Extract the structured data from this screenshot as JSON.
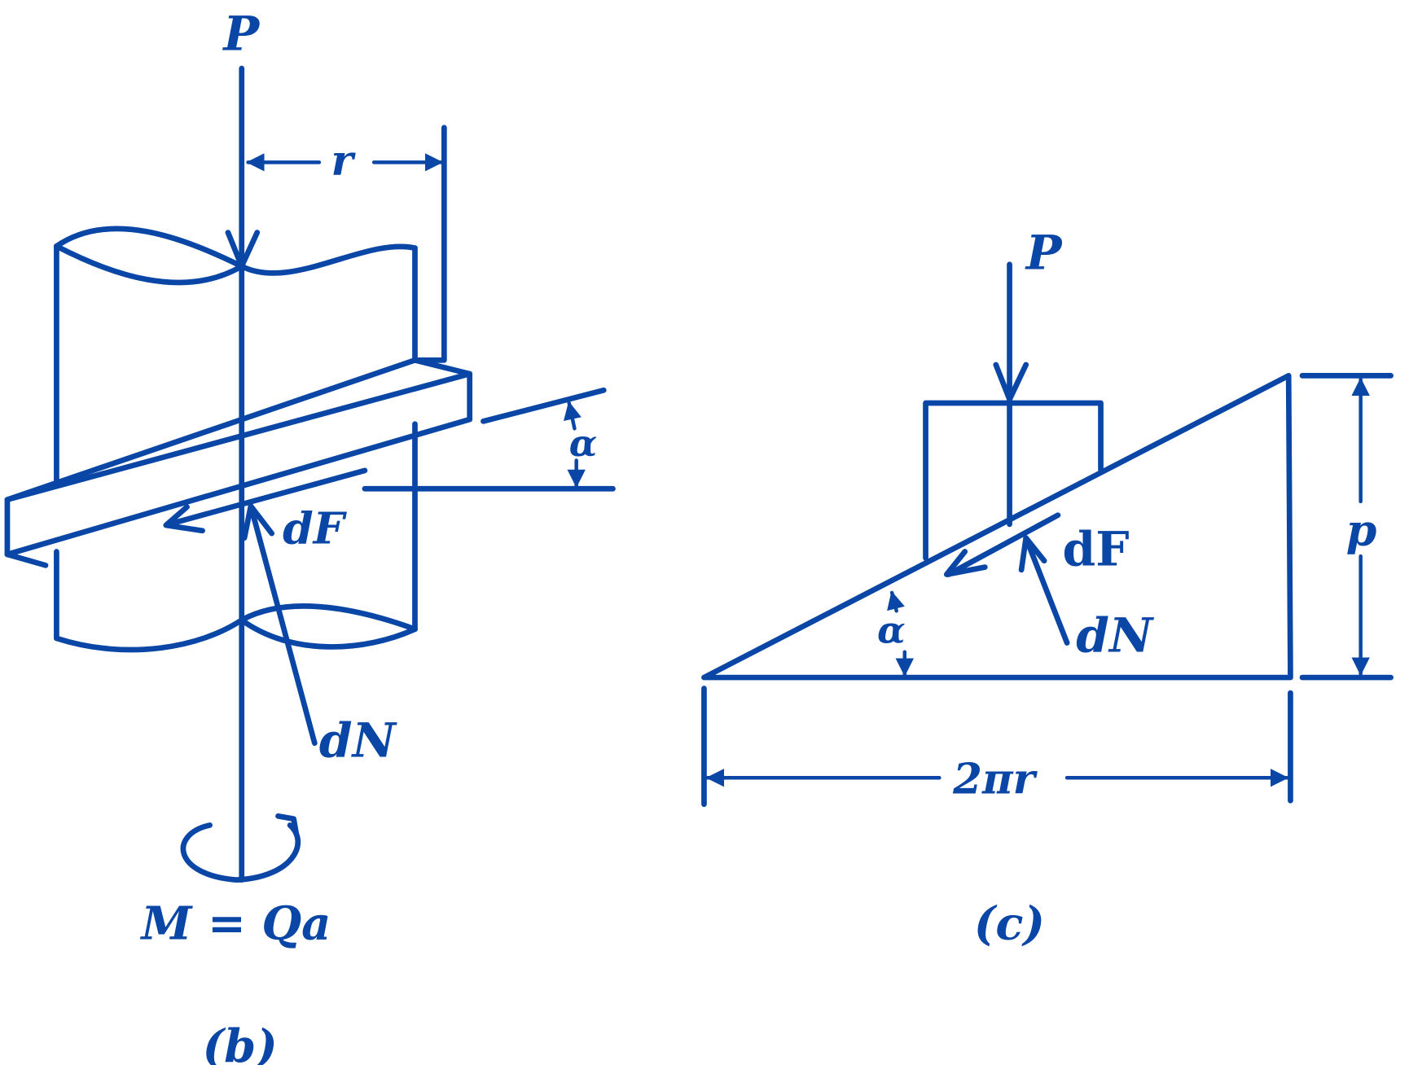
{
  "figure_b": {
    "load_label": "P",
    "radius_label": "r",
    "angle_label": "α",
    "friction_label": "dF",
    "normal_label": "dN",
    "moment_label": "M = Qa",
    "caption": "(b)"
  },
  "figure_c": {
    "load_label": "P",
    "friction_label": "dF",
    "normal_label": "dN",
    "angle_label": "α",
    "pitch_label": "p",
    "base_label": "2πr",
    "caption": "(c)"
  },
  "colors": {
    "ink": "#0a46a6",
    "background": "#ffffff"
  }
}
